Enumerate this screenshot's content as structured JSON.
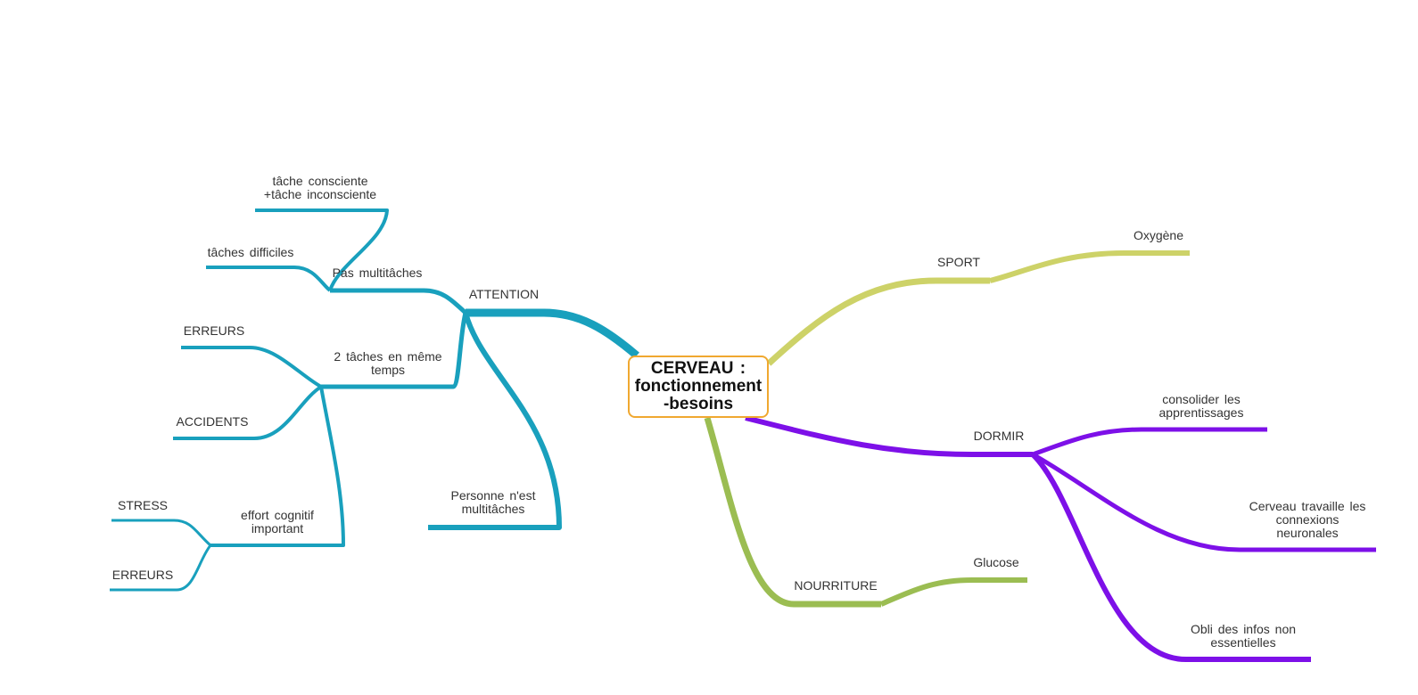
{
  "central": {
    "label": "CERVEAU :\nfonctionnement\n-besoins"
  },
  "colors": {
    "attention": "#19a0bd",
    "sport": "#cdd268",
    "dormir": "#7d10e8",
    "nourriture": "#9bbd52",
    "center_border": "#f0a830"
  },
  "branches": {
    "attention": "ATTENTION",
    "pas_multitaches": "Pas multitâches",
    "tache_consciente": "tâche consciente\n+tâche inconsciente",
    "taches_difficiles": "tâches difficiles",
    "deux_taches": "2 tâches en même\ntemps",
    "erreurs_1": "ERREURS",
    "accidents": "ACCIDENTS",
    "effort_cognitif": "effort cognitif\nimportant",
    "stress": "STRESS",
    "erreurs_2": "ERREURS",
    "personne": "Personne n'est\nmultitâches",
    "sport": "SPORT",
    "oxygene": "Oxygène",
    "dormir": "DORMIR",
    "consolider": "consolider les\napprentissages",
    "cerveau_travaille": "Cerveau travaille les\nconnexions\nneuronales",
    "obli": "Obli des infos non\nessentielles",
    "nourriture": "NOURRITURE",
    "glucose": "Glucose"
  }
}
